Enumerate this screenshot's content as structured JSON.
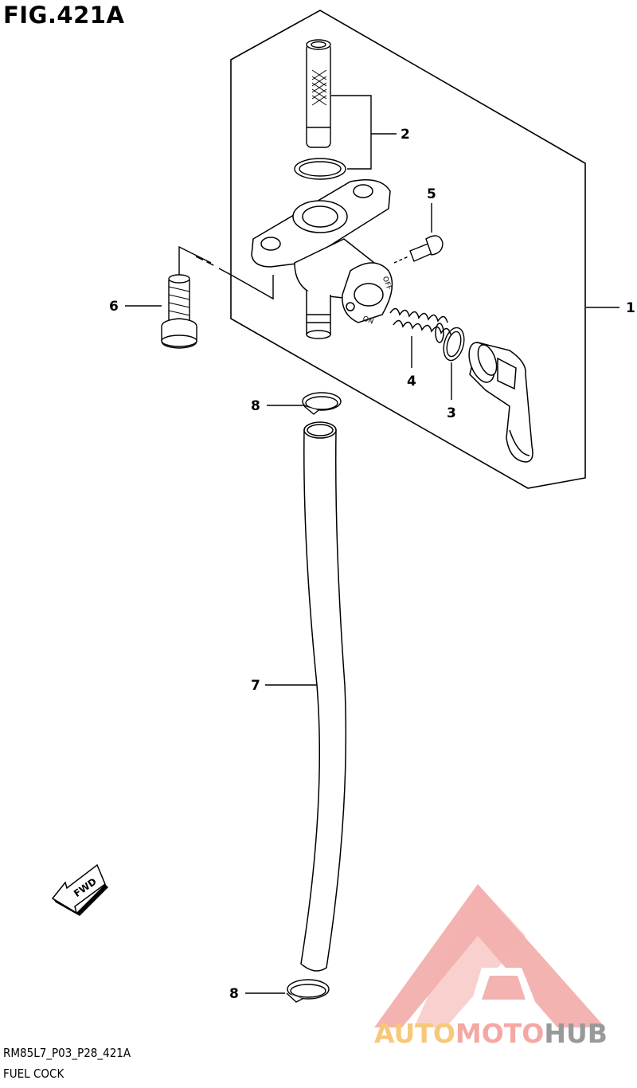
{
  "figure": {
    "title": "FIG.421A",
    "code": "RM85L7_P03_P28_421A",
    "description": "FUEL COCK"
  },
  "callouts": {
    "c1": "1",
    "c2": "2",
    "c3": "3",
    "c4": "4",
    "c5": "5",
    "c6": "6",
    "c7": "7",
    "c8_top": "8",
    "c8_bottom": "8"
  },
  "part_markings": {
    "off": "OFF",
    "on": "ON",
    "fwd": "FWD"
  },
  "watermark": {
    "part1": "AUTO",
    "part2": "MOTO",
    "part3": "HUB",
    "colors": {
      "auto": "#f8c87a",
      "moto": "#f4a8a4",
      "hub": "#999999",
      "logo": "#f09a96"
    }
  }
}
